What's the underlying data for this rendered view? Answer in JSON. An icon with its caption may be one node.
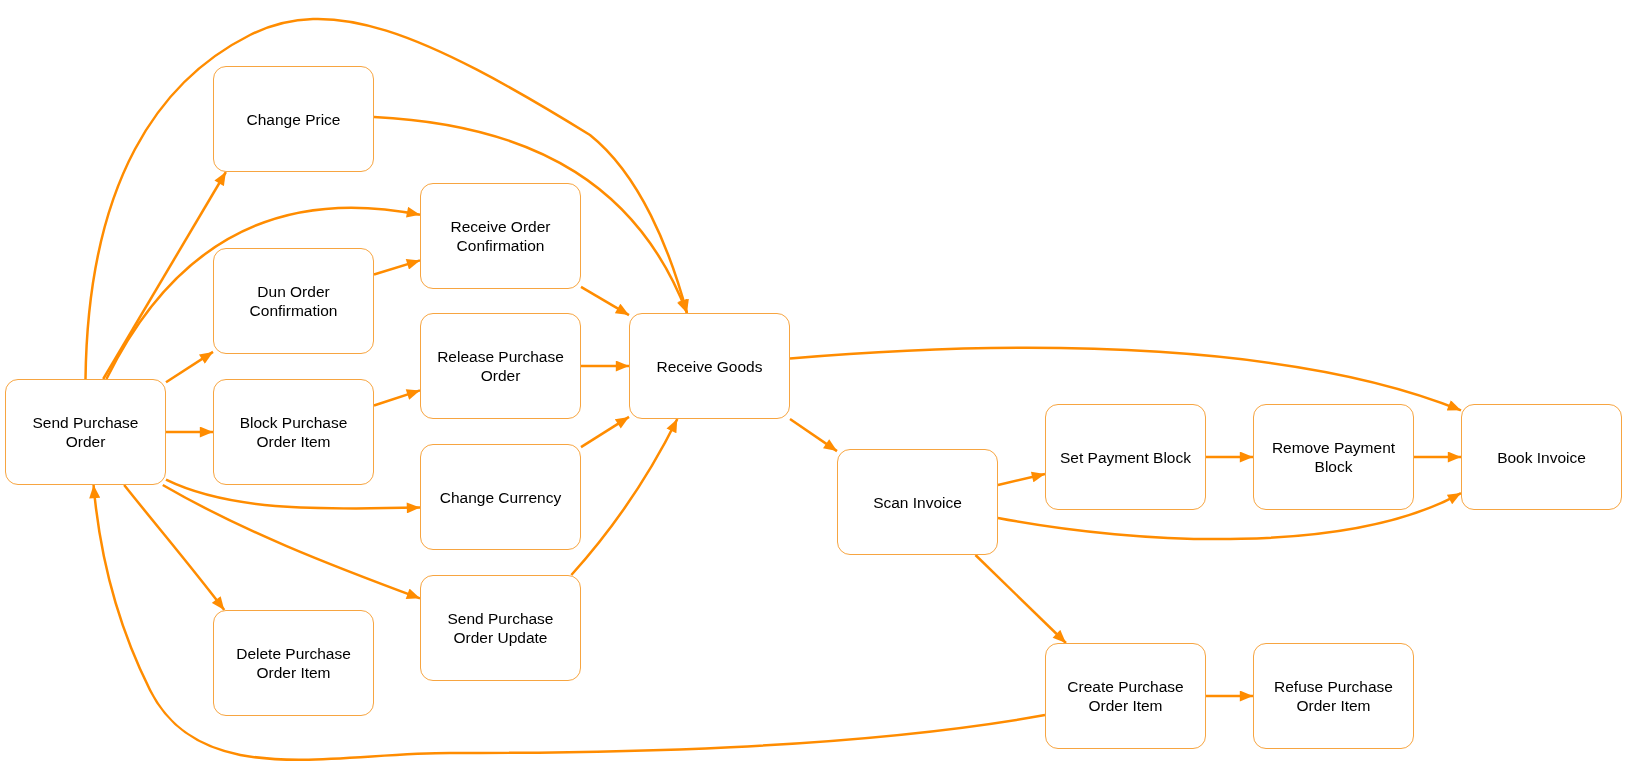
{
  "diagram": {
    "nodes": [
      {
        "text": [
          "Send Purchase Order"
        ]
      },
      {
        "text": [
          "Change Price"
        ]
      },
      {
        "text": [
          "Receive Order Confirmation"
        ]
      },
      {
        "text": [
          "Dun Order Confirmation"
        ]
      },
      {
        "text": [
          "Block Purchase Order Item"
        ]
      },
      {
        "text": [
          "Release Purchase Order"
        ]
      },
      {
        "text": [
          "Change Currency"
        ]
      },
      {
        "text": [
          "Send Purchase Order Update"
        ]
      },
      {
        "text": [
          "Delete Purchase Order Item"
        ]
      },
      {
        "text": [
          "Receive Goods"
        ]
      },
      {
        "text": [
          "Scan Invoice"
        ]
      },
      {
        "text": [
          "Set Payment Block"
        ]
      },
      {
        "text": [
          "Remove Payment Block"
        ]
      },
      {
        "text": [
          "Book Invoice"
        ]
      },
      {
        "text": [
          "Create Purchase Order Item"
        ]
      },
      {
        "text": [
          "Refuse Purchase Order Item"
        ]
      }
    ],
    "edges": [
      {
        "from": 0,
        "to": 1,
        "arrow": "to"
      },
      {
        "from": 0,
        "to": 2,
        "arrow": "to"
      },
      {
        "from": 0,
        "to": 9,
        "arrow": "to"
      },
      {
        "from": 0,
        "to": 3,
        "arrow": "to"
      },
      {
        "from": 0,
        "to": 4,
        "arrow": "to"
      },
      {
        "from": 0,
        "to": 6,
        "arrow": "to"
      },
      {
        "from": 0,
        "to": 7,
        "arrow": "to"
      },
      {
        "from": 0,
        "to": 8,
        "arrow": "to"
      },
      {
        "from": 1,
        "to": 9,
        "arrow": "to"
      },
      {
        "from": 3,
        "to": 2,
        "arrow": "to"
      },
      {
        "from": 4,
        "to": 5,
        "arrow": "to"
      },
      {
        "from": 2,
        "to": 9,
        "arrow": "to"
      },
      {
        "from": 5,
        "to": 9,
        "arrow": "to"
      },
      {
        "from": 6,
        "to": 9,
        "arrow": "to"
      },
      {
        "from": 7,
        "to": 9,
        "arrow": "to"
      },
      {
        "from": 9,
        "to": 13,
        "arrow": "to"
      },
      {
        "from": 9,
        "to": 10,
        "arrow": "to"
      },
      {
        "from": 10,
        "to": 11,
        "arrow": "to"
      },
      {
        "from": 11,
        "to": 12,
        "arrow": "to"
      },
      {
        "from": 12,
        "to": 13,
        "arrow": "to"
      },
      {
        "from": 10,
        "to": 13,
        "arrow": "to"
      },
      {
        "from": 10,
        "to": 14,
        "arrow": "to"
      },
      {
        "from": 14,
        "to": 15,
        "arrow": "to"
      },
      {
        "from": 14,
        "to": 0,
        "arrow": "to"
      }
    ]
  }
}
